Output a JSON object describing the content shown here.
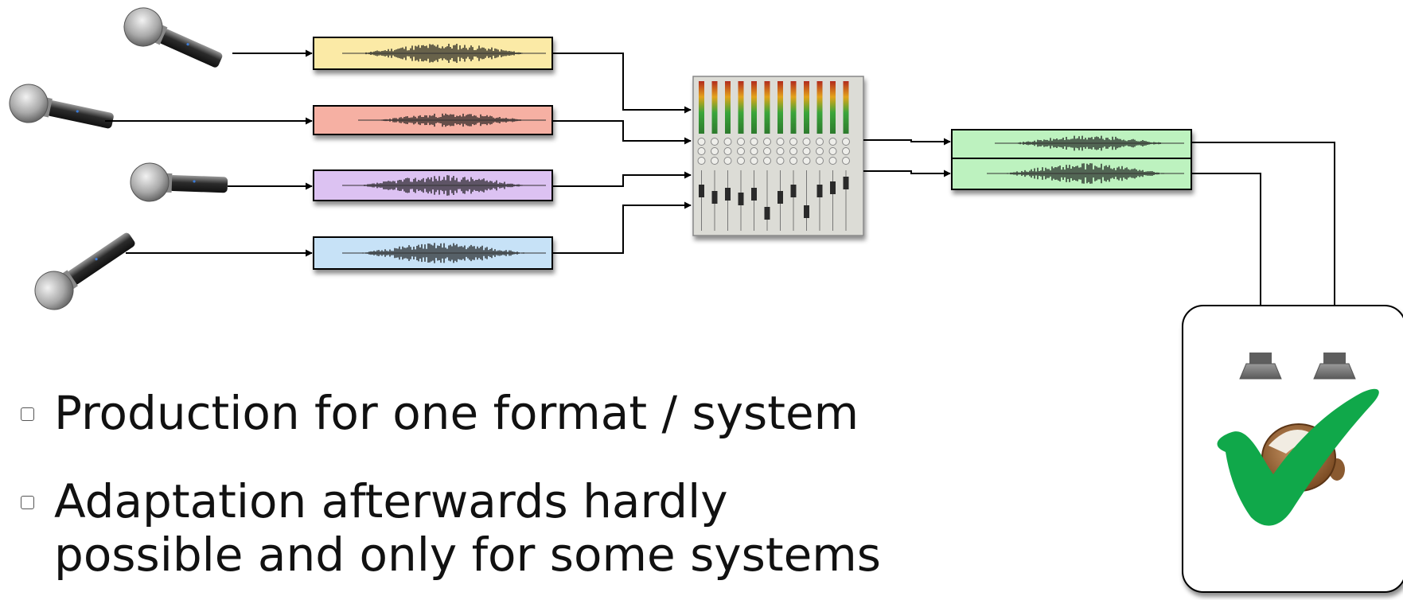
{
  "bullets": [
    {
      "text": "Production for one format / system"
    },
    {
      "text": "Adaptation afterwards hardly",
      "text2": "possible and only for some systems"
    }
  ],
  "colors": {
    "track_yellow": "#fbeaa6",
    "track_red": "#f6b0a3",
    "track_purple": "#dcc2f2",
    "track_blue": "#c7e2f7",
    "track_green": "#bdf2bf",
    "checkmark": "#10a84a",
    "speaker": "#7a7a7a"
  },
  "icons": {
    "microphone": "microphone-icon",
    "mixer": "mixing-console-icon",
    "speaker": "speaker-icon",
    "listener": "listener-head-icon",
    "check": "checkmark-icon"
  }
}
